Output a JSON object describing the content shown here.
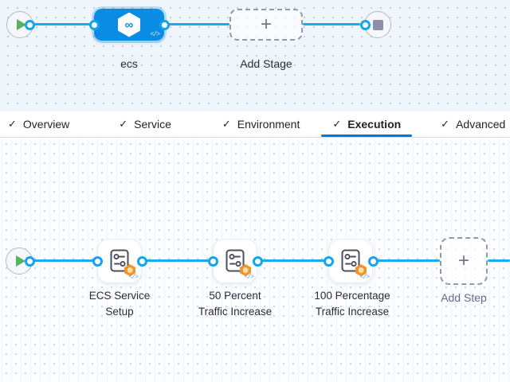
{
  "pipeline": {
    "stage_canvas": {
      "stage": {
        "label": "ecs"
      },
      "add_stage_label": "Add Stage"
    },
    "tabs": [
      {
        "label": "Overview",
        "checked": true,
        "active": false
      },
      {
        "label": "Service",
        "checked": true,
        "active": false
      },
      {
        "label": "Environment",
        "checked": true,
        "active": false
      },
      {
        "label": "Execution",
        "checked": true,
        "active": true
      },
      {
        "label": "Advanced",
        "checked": true,
        "active": false
      }
    ],
    "execution": {
      "steps": [
        {
          "name": "ECS Service Setup",
          "line1": "ECS Service",
          "line2": "Setup"
        },
        {
          "name": "50 Percent Traffic Increase",
          "line1": "50 Percent",
          "line2": "Traffic Increase"
        },
        {
          "name": "100 Percentage Traffic Increase",
          "line1": "100 Percentage",
          "line2": "Traffic Increase"
        }
      ],
      "add_step_label": "Add Step"
    }
  },
  "icons": {
    "check": "✓",
    "plus": "+",
    "infinity": "∞",
    "code": "</>",
    "play": "green-play-triangle",
    "stop": "gray-stop-square"
  },
  "colors": {
    "accent_blue": "#0278d5",
    "stage_node_blue": "#0b8ce4",
    "connector_blue": "#1ca9f2",
    "play_green": "#53b45e",
    "badge_orange": "#ef9426",
    "canvas_top_bg": "#eef6fc",
    "canvas_bottom_bg": "#fbfdff"
  }
}
